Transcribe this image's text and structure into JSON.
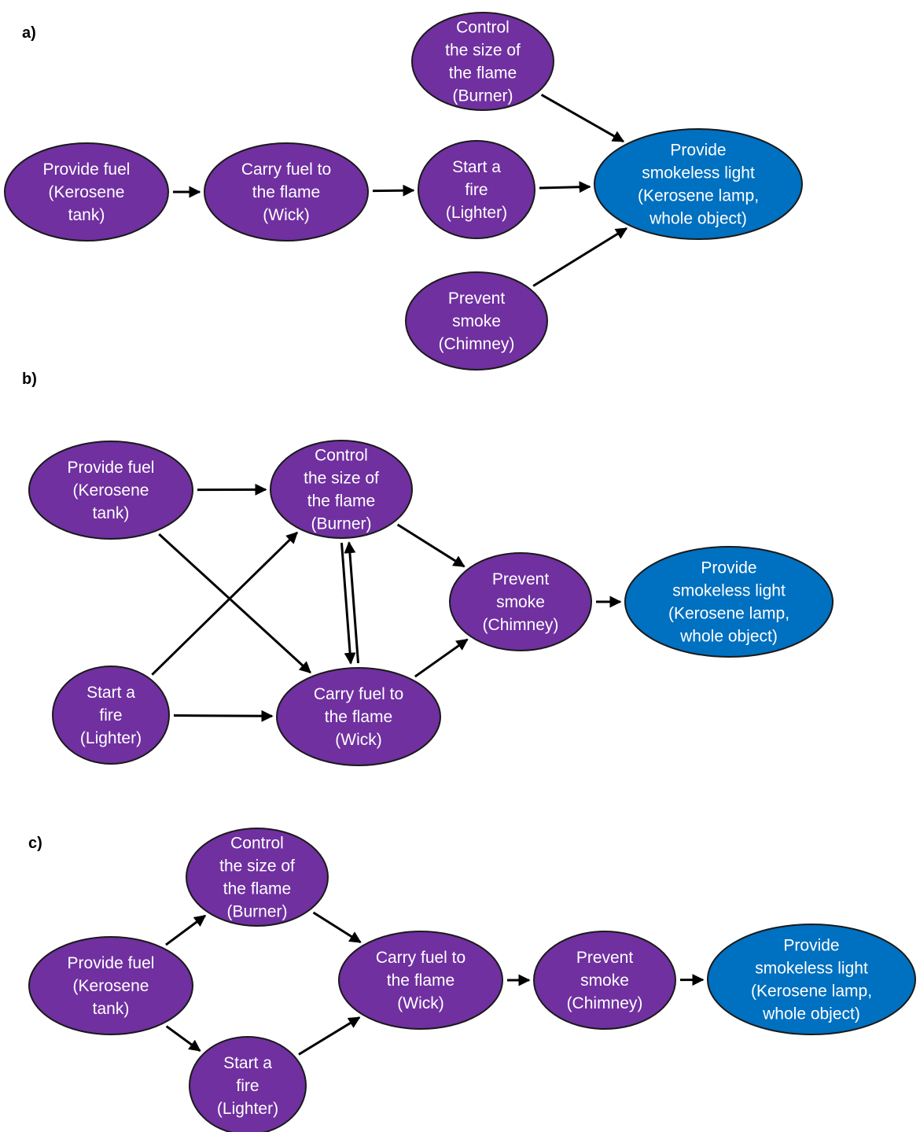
{
  "colors": {
    "function_node": "#7030A0",
    "output_node": "#0070C0",
    "node_border": "#1a1a1a",
    "edge": "#000000",
    "node_text": "#ffffff"
  },
  "panels": [
    {
      "id": "a",
      "label": "a)",
      "nodes": [
        {
          "id": "a-burner",
          "kind": "function",
          "lines": [
            "Control",
            "the size of",
            "the flame",
            "(Burner)"
          ]
        },
        {
          "id": "a-tank",
          "kind": "function",
          "lines": [
            "Provide fuel",
            "(Kerosene",
            "tank)"
          ]
        },
        {
          "id": "a-wick",
          "kind": "function",
          "lines": [
            "Carry fuel to",
            "the flame",
            "(Wick)"
          ]
        },
        {
          "id": "a-lighter",
          "kind": "function",
          "lines": [
            "Start a",
            "fire",
            "(Lighter)"
          ]
        },
        {
          "id": "a-lamp",
          "kind": "output",
          "lines": [
            "Provide",
            "smokeless light",
            "(Kerosene lamp,",
            "whole object)"
          ]
        },
        {
          "id": "a-chimney",
          "kind": "function",
          "lines": [
            "Prevent",
            "smoke",
            "(Chimney)"
          ]
        }
      ],
      "edges": [
        {
          "from": "a-tank",
          "to": "a-wick"
        },
        {
          "from": "a-wick",
          "to": "a-lighter"
        },
        {
          "from": "a-lighter",
          "to": "a-lamp"
        },
        {
          "from": "a-burner",
          "to": "a-lamp"
        },
        {
          "from": "a-chimney",
          "to": "a-lamp"
        }
      ]
    },
    {
      "id": "b",
      "label": "b)",
      "nodes": [
        {
          "id": "b-tank",
          "kind": "function",
          "lines": [
            "Provide fuel",
            "(Kerosene",
            "tank)"
          ]
        },
        {
          "id": "b-burner",
          "kind": "function",
          "lines": [
            "Control",
            "the size of",
            "the flame",
            "(Burner)"
          ]
        },
        {
          "id": "b-chimney",
          "kind": "function",
          "lines": [
            "Prevent",
            "smoke",
            "(Chimney)"
          ]
        },
        {
          "id": "b-lamp",
          "kind": "output",
          "lines": [
            "Provide",
            "smokeless light",
            "(Kerosene lamp,",
            "whole object)"
          ]
        },
        {
          "id": "b-lighter",
          "kind": "function",
          "lines": [
            "Start a",
            "fire",
            "(Lighter)"
          ]
        },
        {
          "id": "b-wick",
          "kind": "function",
          "lines": [
            "Carry fuel to",
            "the flame",
            "(Wick)"
          ]
        }
      ],
      "edges": [
        {
          "from": "b-tank",
          "to": "b-burner"
        },
        {
          "from": "b-tank",
          "to": "b-wick"
        },
        {
          "from": "b-lighter",
          "to": "b-burner"
        },
        {
          "from": "b-lighter",
          "to": "b-wick"
        },
        {
          "from": "b-wick",
          "to": "b-burner"
        },
        {
          "from": "b-burner",
          "to": "b-wick"
        },
        {
          "from": "b-burner",
          "to": "b-chimney"
        },
        {
          "from": "b-wick",
          "to": "b-chimney"
        },
        {
          "from": "b-chimney",
          "to": "b-lamp"
        }
      ]
    },
    {
      "id": "c",
      "label": "c)",
      "nodes": [
        {
          "id": "c-burner",
          "kind": "function",
          "lines": [
            "Control",
            "the size of",
            "the flame",
            "(Burner)"
          ]
        },
        {
          "id": "c-tank",
          "kind": "function",
          "lines": [
            "Provide fuel",
            "(Kerosene",
            "tank)"
          ]
        },
        {
          "id": "c-wick",
          "kind": "function",
          "lines": [
            "Carry fuel to",
            "the flame",
            "(Wick)"
          ]
        },
        {
          "id": "c-chimney",
          "kind": "function",
          "lines": [
            "Prevent",
            "smoke",
            "(Chimney)"
          ]
        },
        {
          "id": "c-lamp",
          "kind": "output",
          "lines": [
            "Provide",
            "smokeless light",
            "(Kerosene lamp,",
            "whole object)"
          ]
        },
        {
          "id": "c-lighter",
          "kind": "function",
          "lines": [
            "Start a",
            "fire",
            "(Lighter)"
          ]
        }
      ],
      "edges": [
        {
          "from": "c-tank",
          "to": "c-burner"
        },
        {
          "from": "c-tank",
          "to": "c-lighter"
        },
        {
          "from": "c-burner",
          "to": "c-wick"
        },
        {
          "from": "c-lighter",
          "to": "c-wick"
        },
        {
          "from": "c-wick",
          "to": "c-chimney"
        },
        {
          "from": "c-chimney",
          "to": "c-lamp"
        }
      ]
    }
  ]
}
